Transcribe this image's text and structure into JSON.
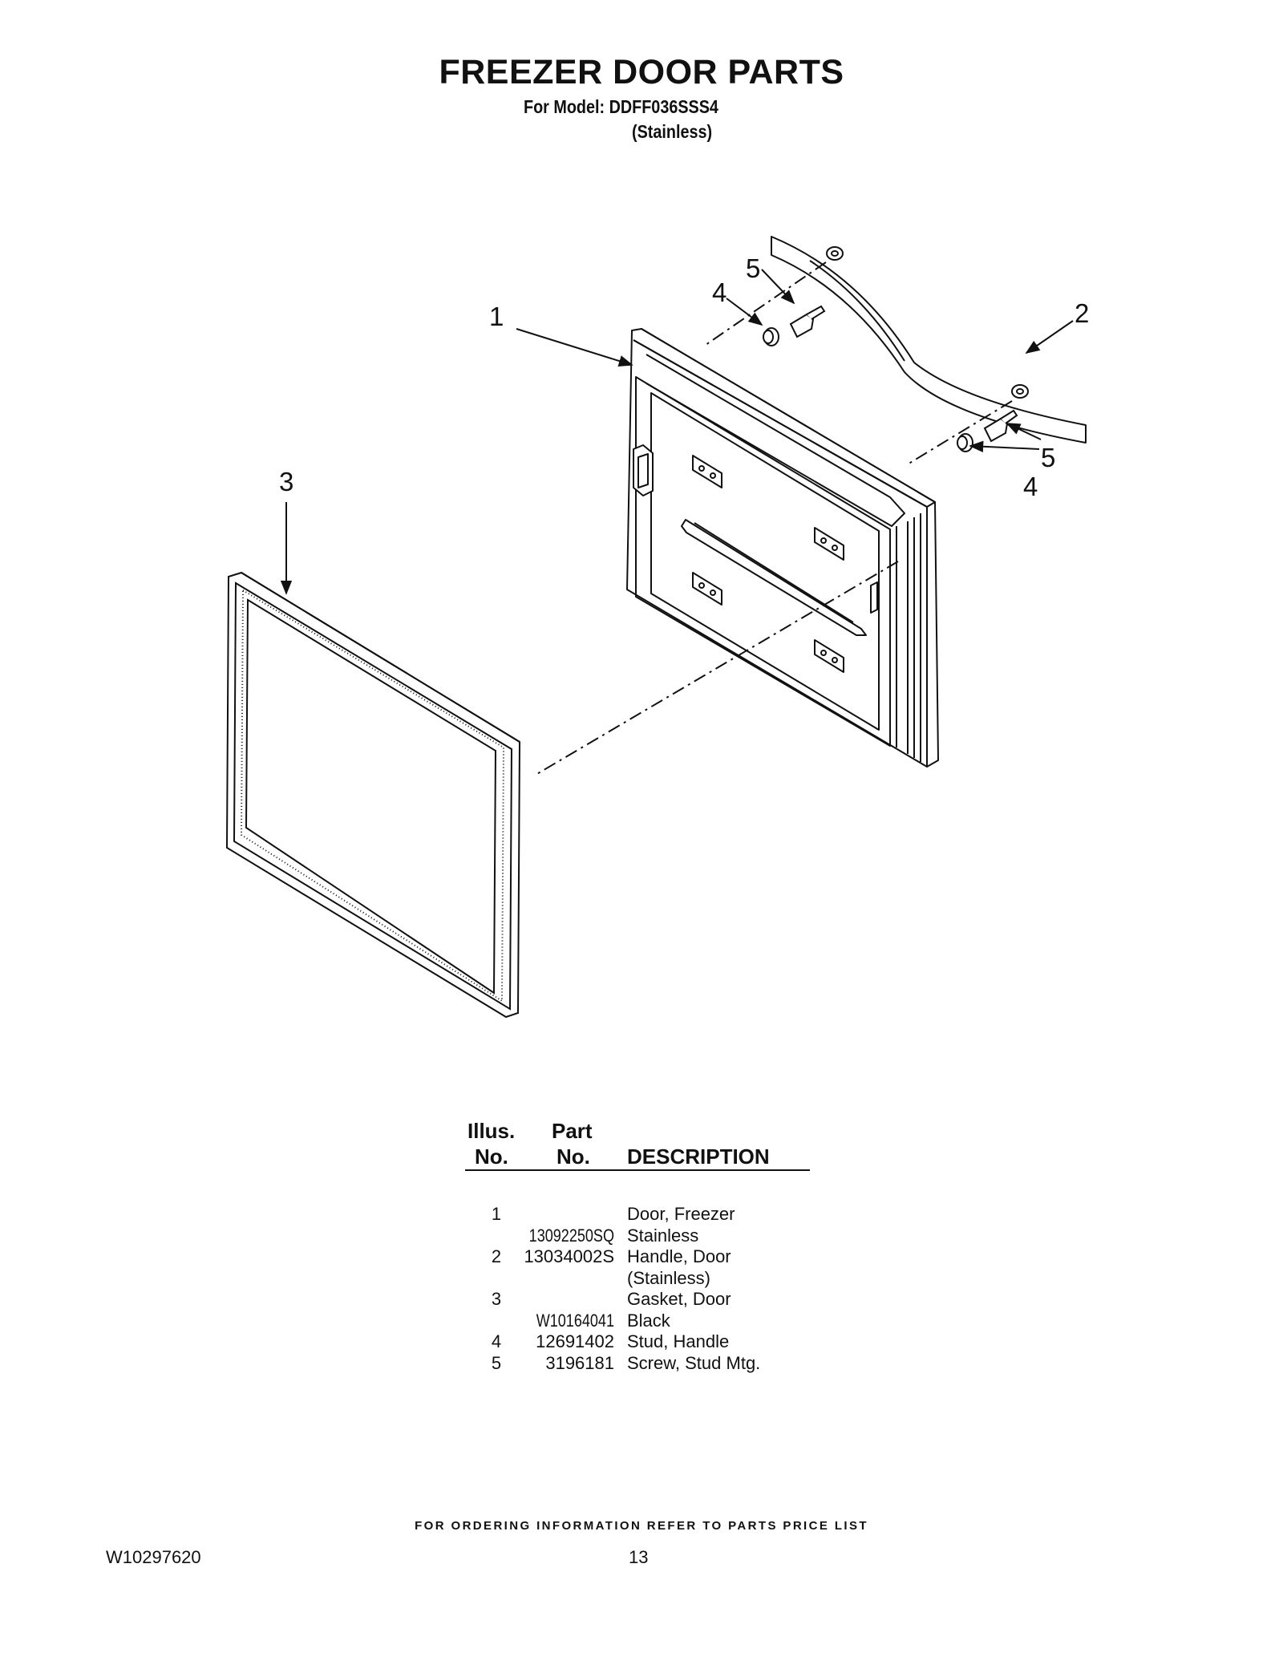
{
  "header": {
    "title": "FREEZER DOOR PARTS",
    "model_line": "For Model: DDFF036SSS4",
    "finish_line": "(Stainless)"
  },
  "diagram": {
    "callouts": [
      "1",
      "2",
      "3",
      "4",
      "5",
      "4",
      "5"
    ]
  },
  "parts_table": {
    "header_illus": [
      "Illus.",
      "No."
    ],
    "header_part": [
      "Part",
      "No."
    ],
    "header_description": "DESCRIPTION",
    "rows": [
      {
        "illus": "1",
        "part": "",
        "description": "Door, Freezer"
      },
      {
        "illus": "",
        "part": "13092250SQ",
        "description": "Stainless"
      },
      {
        "illus": "2",
        "part": "13034002S",
        "description": "Handle, Door"
      },
      {
        "illus": "",
        "part": "",
        "description": "(Stainless)"
      },
      {
        "illus": "3",
        "part": "",
        "description": "Gasket, Door"
      },
      {
        "illus": "",
        "part": "W10164041",
        "description": "Black"
      },
      {
        "illus": "4",
        "part": "12691402",
        "description": "Stud, Handle"
      },
      {
        "illus": "5",
        "part": "3196181",
        "description": "Screw, Stud Mtg."
      }
    ]
  },
  "footer": {
    "ordering_note": "FOR ORDERING INFORMATION REFER TO PARTS PRICE LIST",
    "document_number": "W10297620",
    "page_number": "13"
  }
}
